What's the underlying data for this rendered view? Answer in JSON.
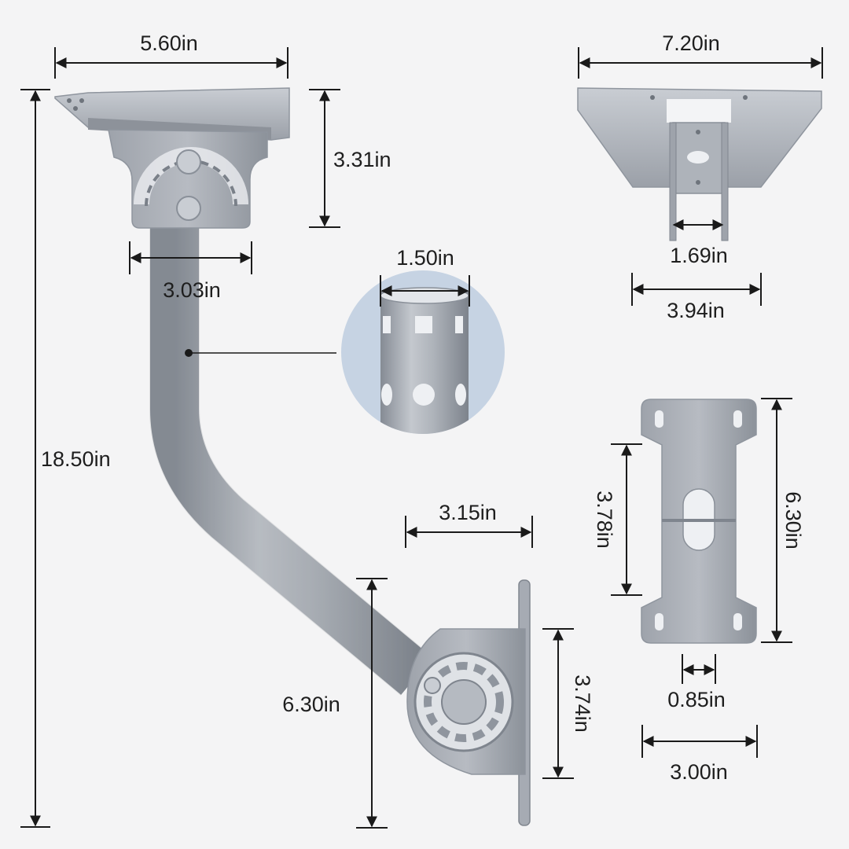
{
  "colors": {
    "background": "#f4f4f5",
    "metal": "#a9aeb6",
    "metal_dark": "#7f858e",
    "metal_light": "#cfd3d9",
    "detail_circle": "#c6d3e3",
    "dimension_ink": "#1a1a1a"
  },
  "labels": {
    "plate_width": "5.60in",
    "plate_height": "3.31in",
    "tube_offset": "3.03in",
    "total_height": "18.50in",
    "tube_diameter": "1.50in",
    "top_width": "7.20in",
    "bracket_gap": "1.69in",
    "bracket_width": "3.94in",
    "base_depth": "3.15in",
    "base_drop": "6.30in",
    "base_height": "3.74in",
    "flat_inner_height": "3.78in",
    "flat_outer_height": "6.30in",
    "slot_width": "0.85in",
    "flat_width": "3.00in"
  }
}
